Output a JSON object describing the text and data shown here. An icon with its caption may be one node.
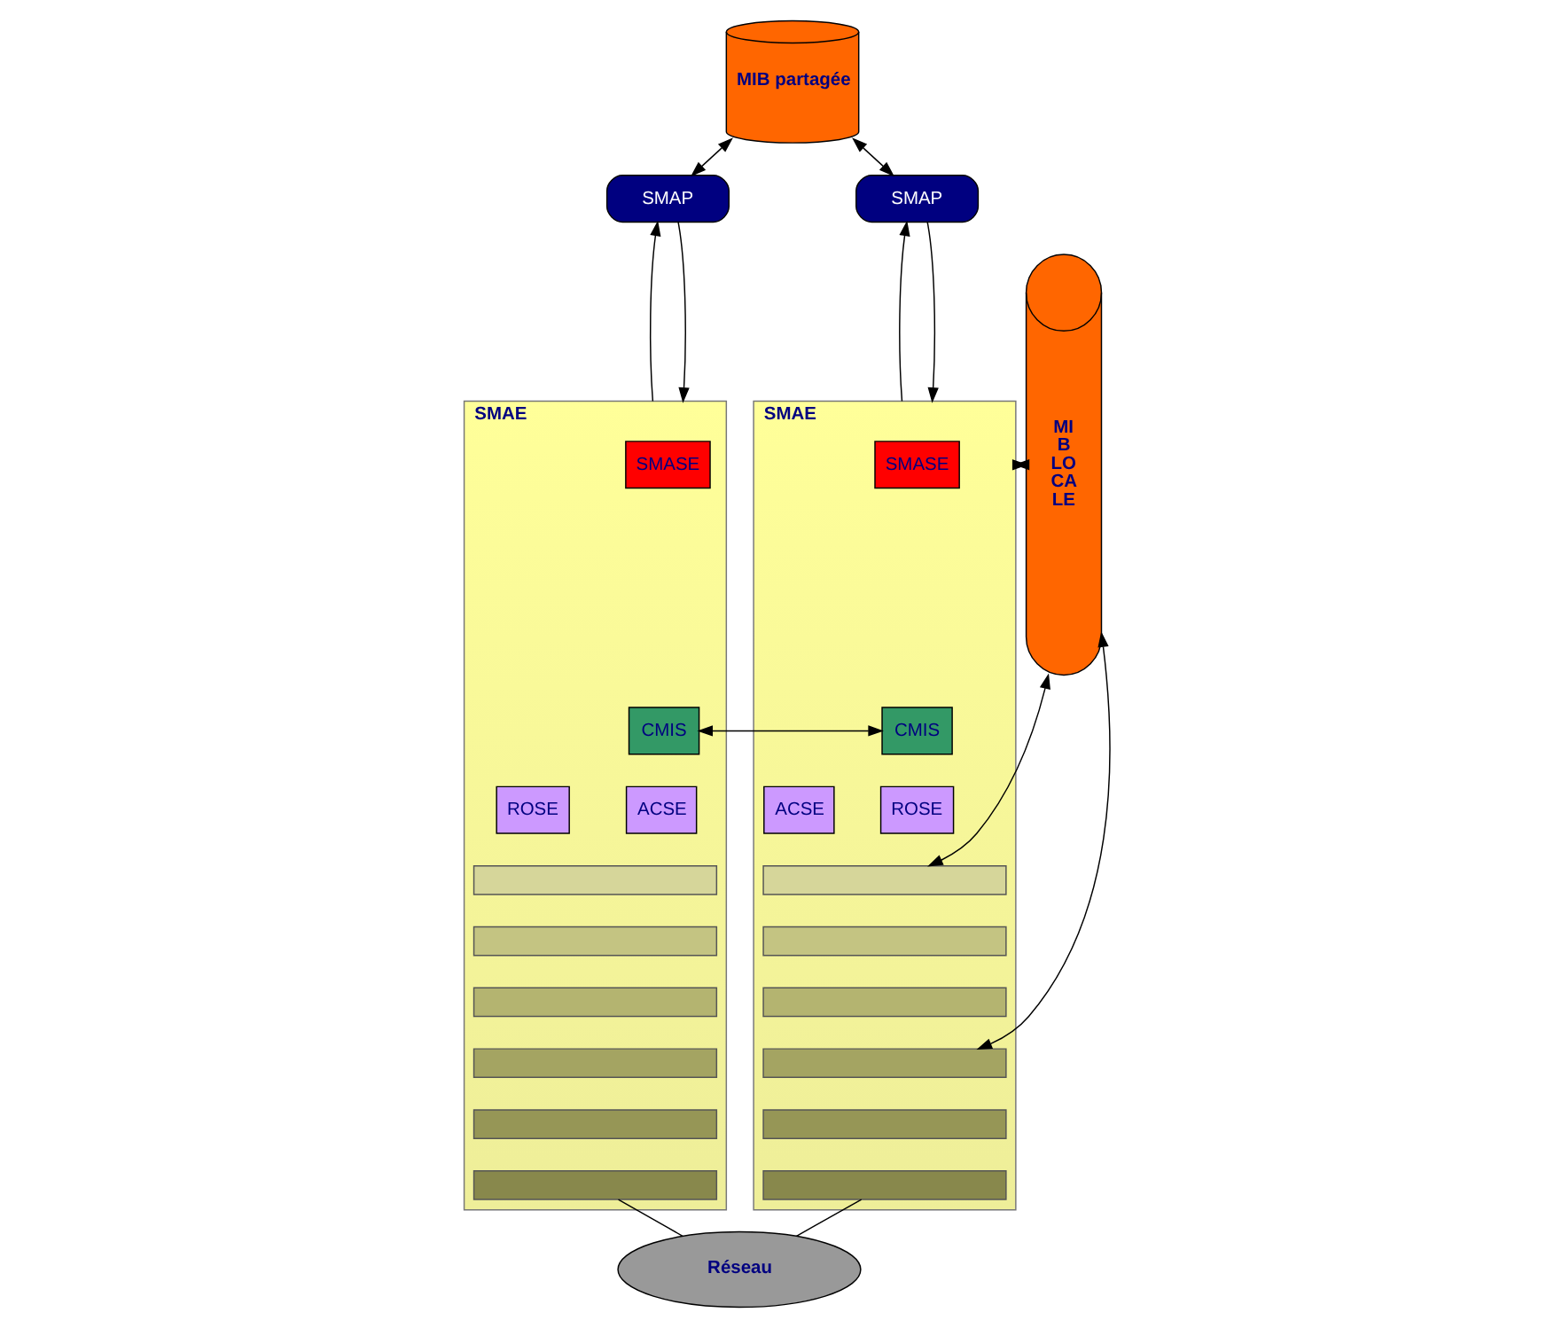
{
  "diagram": {
    "nodes": [
      {
        "text": [
          "MIB partagée"
        ]
      },
      {
        "text": [
          "SMAP"
        ]
      },
      {
        "text": [
          "SMAP"
        ]
      },
      {
        "text": [
          "SMAE"
        ]
      },
      {
        "text": [
          "SMASE"
        ],
        "in": 3
      },
      {
        "text": [
          "CMIS"
        ],
        "in": 3
      },
      {
        "text": [
          "ACSE"
        ],
        "in": 3
      },
      {
        "text": [
          "ROSE"
        ],
        "in": 3
      },
      {
        "text": [],
        "shape": "box",
        "in": 3
      },
      {
        "text": [],
        "shape": "box",
        "in": 3
      },
      {
        "text": [],
        "shape": "box",
        "in": 3
      },
      {
        "text": [],
        "shape": "box",
        "in": 3
      },
      {
        "text": [],
        "shape": "box",
        "in": 3
      },
      {
        "text": [],
        "shape": "box",
        "in": 3
      },
      {
        "text": [
          "SMAE"
        ]
      },
      {
        "text": [
          "SMASE"
        ],
        "in": 14
      },
      {
        "text": [
          "CMIS"
        ],
        "in": 14
      },
      {
        "text": [
          "ROSE"
        ],
        "in": 14
      },
      {
        "text": [
          "ACSE"
        ],
        "in": 14
      },
      {
        "text": [],
        "shape": "box",
        "in": 14
      },
      {
        "text": [],
        "shape": "box",
        "in": 14
      },
      {
        "text": [],
        "shape": "box",
        "in": 14
      },
      {
        "text": [],
        "shape": "box",
        "in": 14
      },
      {
        "text": [],
        "shape": "box",
        "in": 14
      },
      {
        "text": [],
        "shape": "box",
        "in": 14
      },
      {
        "text": [
          "MI B LO CA LE"
        ]
      },
      {
        "text": [
          "Réseau"
        ]
      }
    ],
    "edges": [
      {
        "from": 0,
        "to": 1,
        "arrow": "both"
      },
      {
        "from": 0,
        "to": 2,
        "arrow": "both"
      },
      {
        "from": 3,
        "to": 1,
        "arrow": "to"
      },
      {
        "from": 1,
        "to": 3,
        "arrow": "to"
      },
      {
        "from": 14,
        "to": 2,
        "arrow": "to"
      },
      {
        "from": 2,
        "to": 14,
        "arrow": "to"
      },
      {
        "from": 5,
        "to": 16,
        "arrow": "both"
      },
      {
        "from": 14,
        "to": 25,
        "arrow": "both"
      },
      {
        "from": 19,
        "to": 25,
        "arrow": "both"
      },
      {
        "from": 22,
        "to": 25,
        "arrow": "both"
      },
      {
        "from": 13,
        "to": 26,
        "arrow": "none"
      },
      {
        "from": 24,
        "to": 26,
        "arrow": "none"
      }
    ]
  }
}
